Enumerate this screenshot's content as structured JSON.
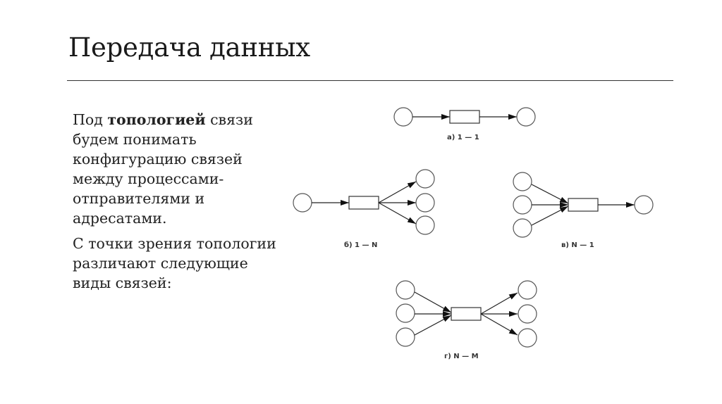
{
  "slide": {
    "title": "Передача данных",
    "paragraph1": {
      "lead": "Под ",
      "term": "топологией",
      "rest": " связи будем понимать конфигурацию связей между процессами-отправителями и адресатами."
    },
    "paragraph2": "С точки зрения топологии различают следующие виды связей:"
  },
  "diagrams": {
    "one_to_one": {
      "label": "а) 1 — 1"
    },
    "one_to_many": {
      "label": "б) 1 — N"
    },
    "many_to_one": {
      "label": "в) N — 1"
    },
    "many_to_many": {
      "label": "г) N — M"
    }
  }
}
